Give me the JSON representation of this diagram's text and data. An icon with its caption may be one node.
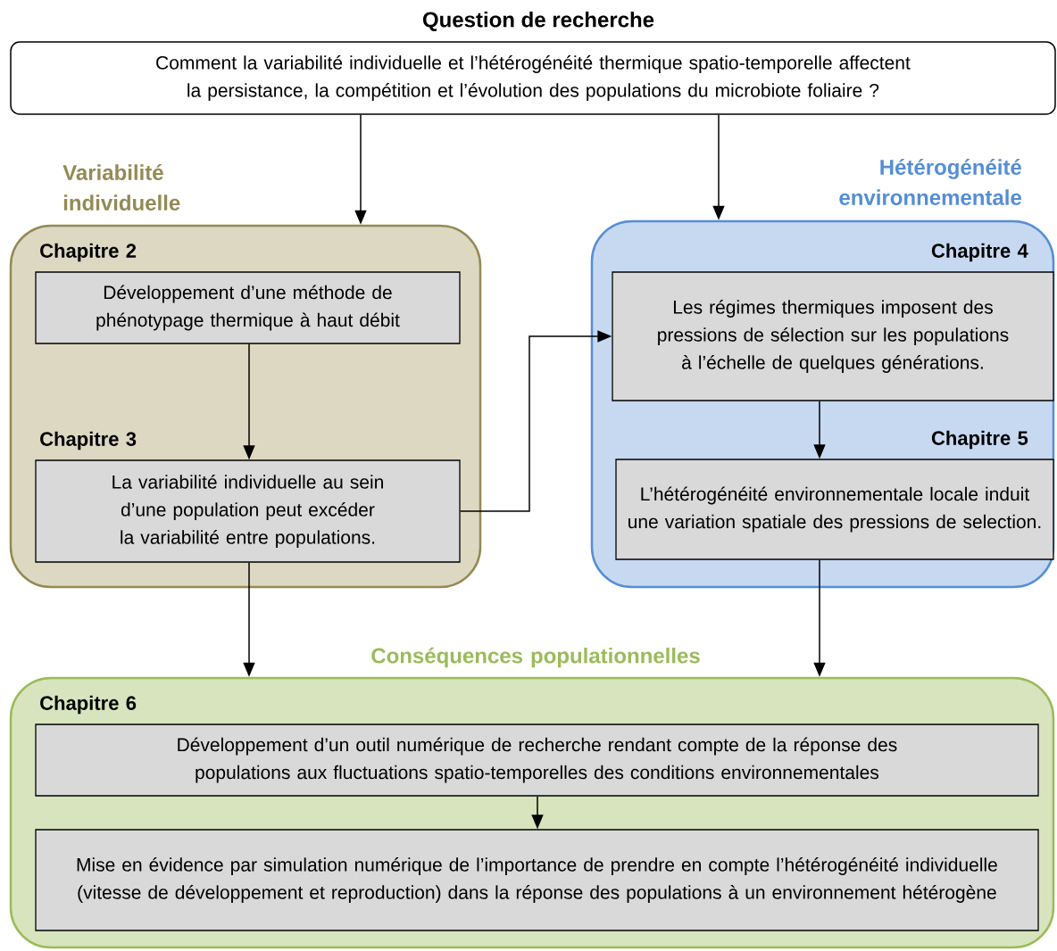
{
  "diagram": {
    "title": "Question de recherche",
    "nodes": [
      {
        "text": [
          "Comment la variabilité individuelle et l’hétérogénéité thermique spatio-temporelle affectent la persistance, la compétition et l’évolution des populations du microbiote foliaire ?"
        ]
      },
      {
        "text": [
          "Variabilité individuelle"
        ]
      },
      {
        "text": [
          "Chapitre 2",
          "Développement d’une méthode de phénotypage thermique à haut débit"
        ],
        "in": 1
      },
      {
        "text": [
          "Chapitre 3",
          "La variabilité individuelle au sein d’une population peut excéder la variabilité entre populations."
        ],
        "in": 1
      },
      {
        "text": [
          "Hétérogénéité environnementale"
        ]
      },
      {
        "text": [
          "Chapitre 4",
          "Les régimes thermiques imposent des pressions de sélection sur les populations à l’échelle de quelques générations."
        ],
        "in": 4
      },
      {
        "text": [
          "Chapitre 5",
          "L’hétérogénéité environnementale locale induit une variation spatiale des pressions de selection."
        ],
        "in": 4
      },
      {
        "text": [
          "Conséquences populationnelles"
        ]
      },
      {
        "text": [
          "Chapitre 6",
          "Développement d’un outil numérique de recherche rendant compte de la réponse des populations aux fluctuations spatio-temporelles des conditions environnementales"
        ],
        "in": 7
      },
      {
        "text": [
          "Mise en évidence par simulation numérique de l’importance de prendre en compte l’hétérogénéité individuelle (vitesse de développement et reproduction) dans la réponse des populations à un environnement hétérogène"
        ],
        "in": 7
      }
    ],
    "edges": [
      {
        "from": 0,
        "to": 1,
        "arrow": "to"
      },
      {
        "from": 0,
        "to": 4,
        "arrow": "to"
      },
      {
        "from": 2,
        "to": 3,
        "arrow": "to"
      },
      {
        "from": 3,
        "to": 5,
        "arrow": "to"
      },
      {
        "from": 5,
        "to": 6,
        "arrow": "to"
      },
      {
        "from": 3,
        "to": 7,
        "arrow": "to"
      },
      {
        "from": 6,
        "to": 7,
        "arrow": "to"
      },
      {
        "from": 8,
        "to": 9,
        "arrow": "to"
      }
    ]
  }
}
